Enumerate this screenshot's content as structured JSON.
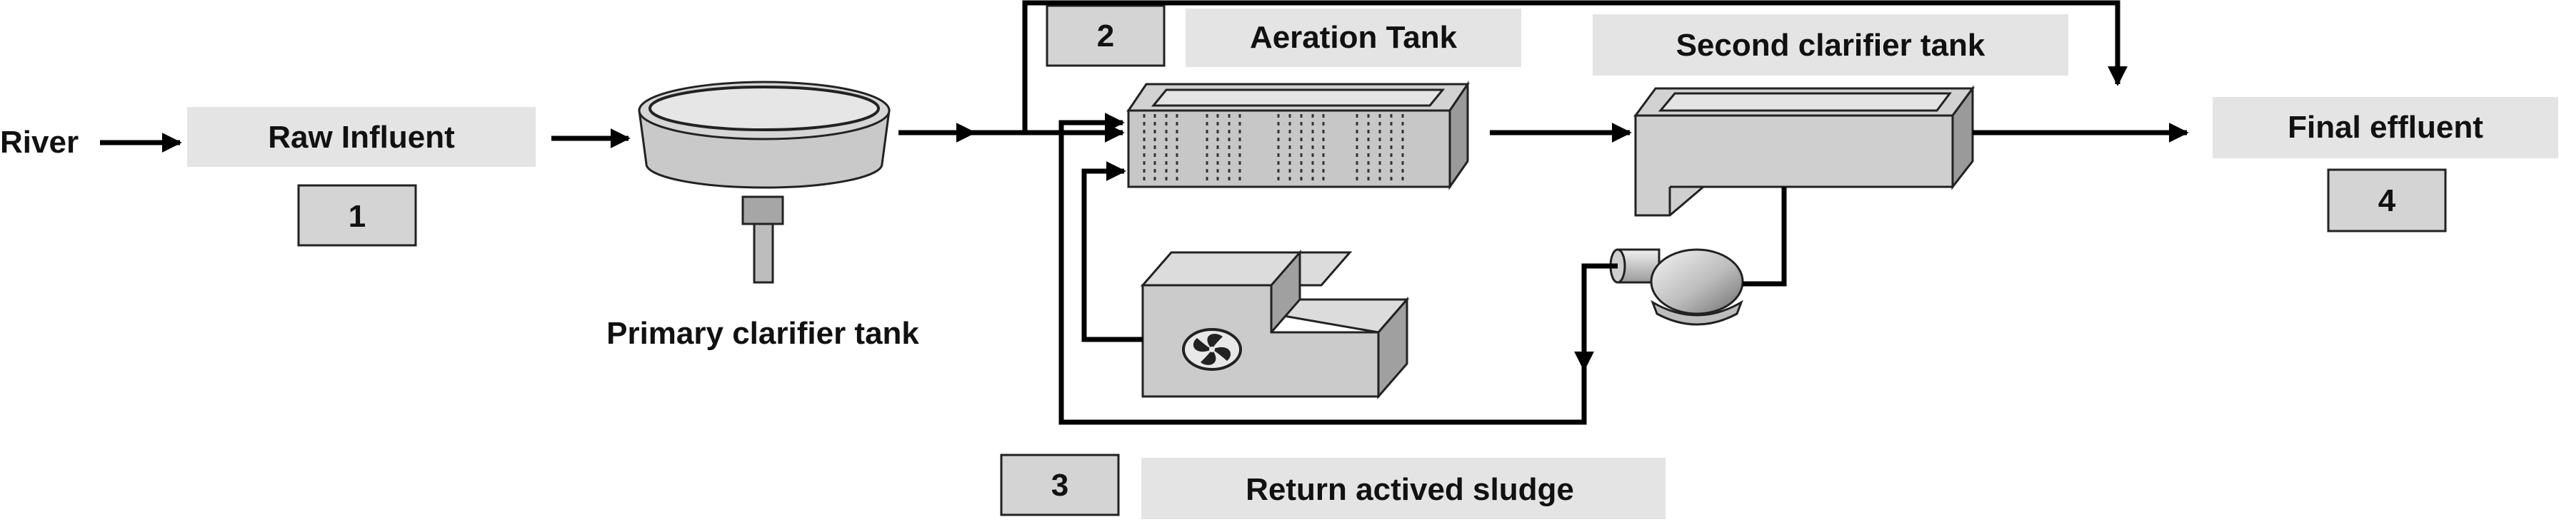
{
  "labels": {
    "river": "River",
    "raw_influent": "Raw Influent",
    "primary_clarifier": "Primary clarifier tank",
    "aeration_tank": "Aeration Tank",
    "second_clarifier": "Second clarifier tank",
    "final_effluent": "Final effluent",
    "return_sludge": "Return actived sludge"
  },
  "steps": {
    "s1": "1",
    "s2": "2",
    "s3": "3",
    "s4": "4"
  }
}
